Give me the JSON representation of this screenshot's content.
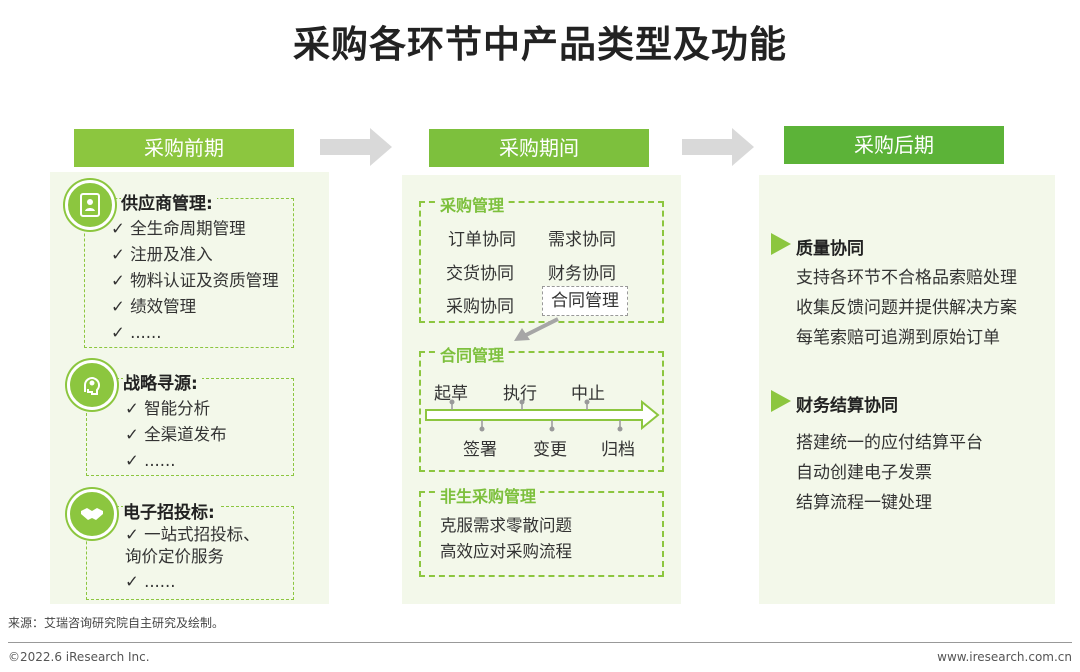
{
  "title": "采购各环节中产品类型及功能",
  "phases": [
    {
      "label": "采购前期"
    },
    {
      "label": "采购期间"
    },
    {
      "label": "采购后期"
    }
  ],
  "pre": {
    "sections": [
      {
        "title": "供应商管理:",
        "items": [
          "✓ 全生命周期管理",
          "✓ 注册及准入",
          "✓ 物料认证及资质管理",
          "✓ 绩效管理",
          "✓ ......"
        ]
      },
      {
        "title": "战略寻源:",
        "items": [
          "✓ 智能分析",
          "✓ 全渠道发布",
          "✓ ......"
        ]
      },
      {
        "title": "电子招投标:",
        "items": [
          "✓ 一站式招投标、",
          "询价定价服务",
          "✓ ......"
        ]
      }
    ]
  },
  "during": {
    "procurement": {
      "title": "采购管理",
      "cells": [
        "订单协同",
        "需求协同",
        "交货协同",
        "财务协同",
        "采购协同",
        "合同管理"
      ]
    },
    "contract": {
      "title": "合同管理",
      "top_labels": [
        "起草",
        "执行",
        "中止"
      ],
      "bottom_labels": [
        "签署",
        "变更",
        "归档"
      ]
    },
    "nonprod": {
      "title": "非生采购管理",
      "items": [
        "克服需求零散问题",
        "高效应对采购流程"
      ]
    }
  },
  "post": {
    "sections": [
      {
        "title": "质量协同",
        "items": [
          "支持各环节不合格品索赔处理",
          "收集反馈问题并提供解决方案",
          "每笔索赔可追溯到原始订单"
        ]
      },
      {
        "title": "财务结算协同",
        "items": [
          "搭建统一的应付结算平台",
          "自动创建电子发票",
          "结算流程一键处理"
        ]
      }
    ]
  },
  "footer": {
    "source": "来源：艾瑞咨询研究院自主研究及绘制。",
    "copyright": "©2022.6 iResearch Inc.",
    "website": "www.iresearch.com.cn"
  },
  "colors": {
    "green": "#8cc63f",
    "dark_green": "#5cb338",
    "panel": "#f3f8ea",
    "arrow_gray": "#d9d9d9"
  }
}
